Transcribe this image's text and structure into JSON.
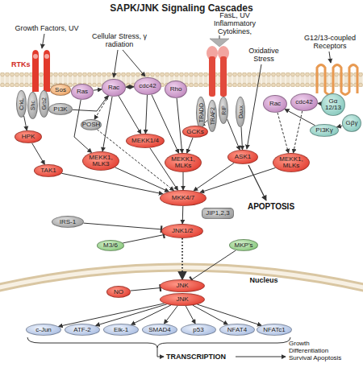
{
  "diagram": {
    "title": "SAPK/JNK Signaling Cascades",
    "nodes": [
      {
        "text": [
          "RTKs"
        ]
      },
      {
        "text": [
          "CrkL"
        ]
      },
      {
        "text": [
          "Shc"
        ]
      },
      {
        "text": [
          "Grb2"
        ]
      },
      {
        "text": [
          "Sos"
        ]
      },
      {
        "text": [
          "PI3K"
        ]
      },
      {
        "text": [
          "Ras"
        ]
      },
      {
        "text": [
          "Rac"
        ]
      },
      {
        "text": [
          "cdc42"
        ]
      },
      {
        "text": [
          "Rho"
        ]
      },
      {
        "text": [
          "POSH"
        ]
      },
      {
        "text": [
          "HPK"
        ]
      },
      {
        "text": [
          "TAK1"
        ]
      },
      {
        "text": [
          "MEKK1, MLK3"
        ]
      },
      {
        "text": [
          "MEKK1/4"
        ]
      },
      {
        "text": [
          "TRADD"
        ]
      },
      {
        "text": [
          "TRAF2"
        ]
      },
      {
        "text": [
          "RIP"
        ]
      },
      {
        "text": [
          "Daxx"
        ]
      },
      {
        "text": [
          "GCKs"
        ]
      },
      {
        "text": [
          "MEKK1, MLKs"
        ]
      },
      {
        "text": [
          "ASK1"
        ]
      },
      {
        "text": [
          "Rac"
        ]
      },
      {
        "text": [
          "cdc42"
        ]
      },
      {
        "text": [
          "Gα 12/13"
        ]
      },
      {
        "text": [
          "Gβγ"
        ]
      },
      {
        "text": [
          "PI3Kγ"
        ]
      },
      {
        "text": [
          "MEKK1, MLKs"
        ]
      },
      {
        "text": [
          "MKK4/7"
        ]
      },
      {
        "text": [
          "JIP1,2,3"
        ]
      },
      {
        "text": [
          "IRS-1"
        ]
      },
      {
        "text": [
          "JNK1/2"
        ]
      },
      {
        "text": [
          "M3/6"
        ]
      },
      {
        "text": [
          "MKP's"
        ]
      },
      {
        "text": [
          "NO"
        ]
      },
      {
        "text": [
          "JNK"
        ]
      },
      {
        "text": [
          "JNK"
        ]
      },
      {
        "text": [
          "c-Jun"
        ]
      },
      {
        "text": [
          "ATF-2"
        ]
      },
      {
        "text": [
          "Elk-1"
        ]
      },
      {
        "text": [
          "SMAD4"
        ]
      },
      {
        "text": [
          "p53"
        ]
      },
      {
        "text": [
          "NFAT4"
        ]
      },
      {
        "text": [
          "NFATc1"
        ]
      }
    ],
    "edges": [
      {
        "from": 1,
        "to": 11,
        "arrow": "to"
      },
      {
        "from": 11,
        "to": 12,
        "arrow": "to"
      },
      {
        "from": 12,
        "to": 28,
        "arrow": "to"
      },
      {
        "from": 5,
        "to": 7,
        "arrow": "to"
      },
      {
        "from": 6,
        "to": 7,
        "arrow": "to"
      },
      {
        "from": 6,
        "to": 13,
        "arrow": "to"
      },
      {
        "from": 7,
        "to": 13,
        "arrow": "to"
      },
      {
        "from": 7,
        "to": 10,
        "arrow": "to"
      },
      {
        "from": 10,
        "to": 28,
        "arrow": "to"
      },
      {
        "from": 7,
        "to": 14,
        "arrow": "to"
      },
      {
        "from": 8,
        "to": 14,
        "arrow": "to"
      },
      {
        "from": 8,
        "to": 20,
        "arrow": "to"
      },
      {
        "from": 9,
        "to": 20,
        "arrow": "to"
      },
      {
        "from": 7,
        "to": 8,
        "arrow": "both"
      },
      {
        "from": 16,
        "to": 19,
        "arrow": "to"
      },
      {
        "from": 19,
        "to": 20,
        "arrow": "to"
      },
      {
        "from": 17,
        "to": 21,
        "arrow": "to"
      },
      {
        "from": 18,
        "to": 21,
        "arrow": "to"
      },
      {
        "from": 13,
        "to": 28,
        "arrow": "to"
      },
      {
        "from": 14,
        "to": 28,
        "arrow": "to"
      },
      {
        "from": 20,
        "to": 28,
        "arrow": "to"
      },
      {
        "from": 21,
        "to": 28,
        "arrow": "to"
      },
      {
        "from": 27,
        "to": 28,
        "arrow": "to"
      },
      {
        "from": 22,
        "to": 27,
        "arrow": "to"
      },
      {
        "from": 23,
        "to": 27,
        "arrow": "to"
      },
      {
        "from": 24,
        "to": 23,
        "arrow": "to"
      },
      {
        "from": 26,
        "to": 22,
        "arrow": "to"
      },
      {
        "from": 25,
        "to": 26,
        "arrow": "to"
      },
      {
        "from": 28,
        "to": 31,
        "arrow": "to"
      },
      {
        "from": 30,
        "to": 31,
        "arrow": "to"
      },
      {
        "from": 32,
        "to": 31,
        "arrow": "to"
      },
      {
        "from": 33,
        "to": 35,
        "arrow": "to"
      },
      {
        "from": 31,
        "to": 35,
        "arrow": "to"
      },
      {
        "from": 34,
        "to": 35,
        "arrow": "to"
      },
      {
        "from": 36,
        "to": 37,
        "arrow": "to"
      },
      {
        "from": 36,
        "to": 38,
        "arrow": "to"
      },
      {
        "from": 36,
        "to": 39,
        "arrow": "to"
      },
      {
        "from": 36,
        "to": 40,
        "arrow": "to"
      },
      {
        "from": 36,
        "to": 41,
        "arrow": "to"
      },
      {
        "from": 36,
        "to": 42,
        "arrow": "to"
      },
      {
        "from": 36,
        "to": 43,
        "arrow": "to"
      }
    ],
    "labels": [
      "Growth Factors, UV",
      "Cellular Stress, γ radiation",
      "FasL, UV Inflammatory Cytokines,",
      "Oxidative Stress",
      "G12/13-coupled Receptors",
      "APOPTOSIS",
      "Nucleus",
      "TRANSCRIPTION",
      "Growth Differentiation Survival Apoptosis"
    ]
  }
}
